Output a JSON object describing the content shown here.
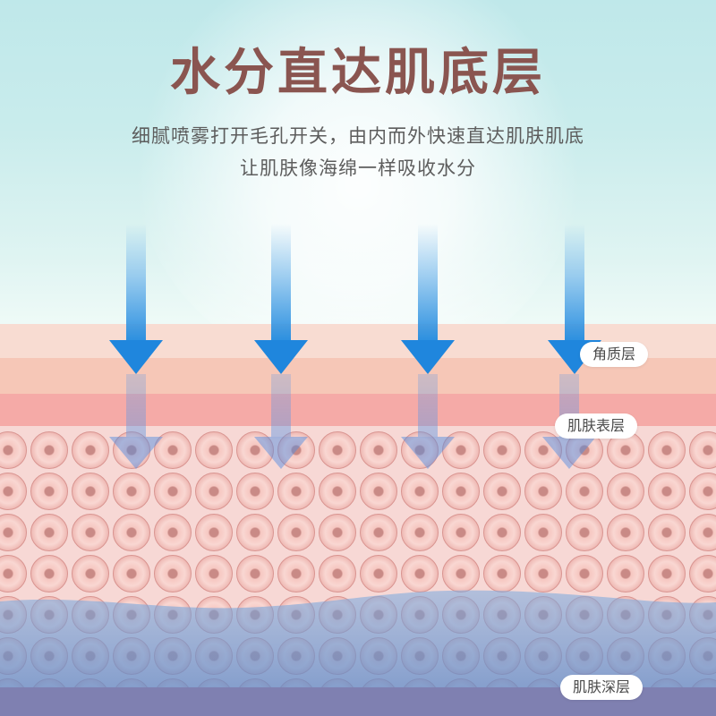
{
  "headline": "水分直达肌底层",
  "description": {
    "line1": "细腻喷雾打开毛孔开关，由内而外快速直达肌肤肌底",
    "line2": "让肌肤像海绵一样吸收水分"
  },
  "layer_labels": {
    "stratum_corneum": "角质层",
    "epidermis": "肌肤表层",
    "dermis": "肌肤深层"
  },
  "colors": {
    "title": "#8a5550",
    "arrow": "#1f86dd",
    "water": "#6c9bd0",
    "cell": "#f6c7c1"
  },
  "icons": [
    "down-arrow-icon"
  ]
}
